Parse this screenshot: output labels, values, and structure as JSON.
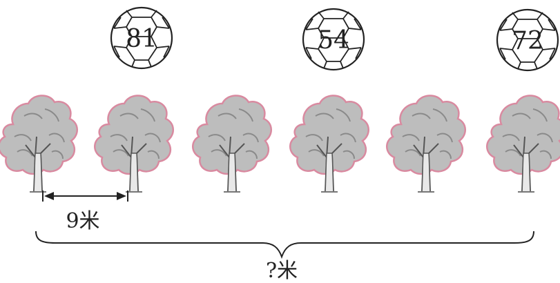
{
  "balls": [
    {
      "number": "81"
    },
    {
      "number": "54"
    },
    {
      "number": "72"
    }
  ],
  "tree_count": 6,
  "spacing_label": "9米",
  "total_label": "?米",
  "colors": {
    "ink": "#222222",
    "tree_outline": "#d98aa0",
    "tree_fill": "#bdbdbd",
    "tree_shadow": "#8a8a8a"
  }
}
